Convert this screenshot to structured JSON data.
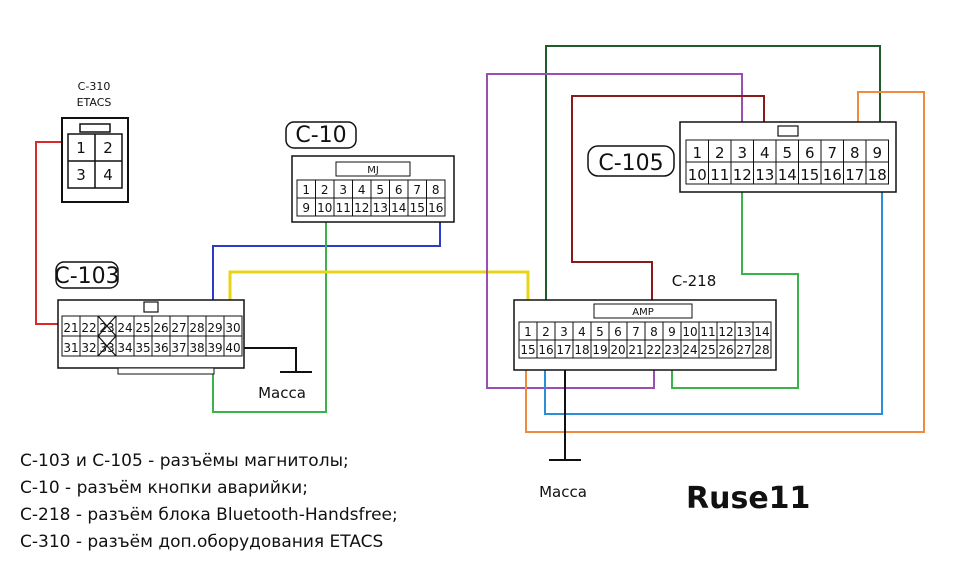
{
  "colors": {
    "red": "#d62b2b",
    "dark_red": "#8b1a1a",
    "blue": "#2a3cc8",
    "green": "#3bb34a",
    "dark_green": "#1f5c2a",
    "yellow": "#e8d417",
    "purple": "#9b4fb0",
    "orange": "#f08a3c",
    "light_blue": "#2a8fd6",
    "black": "#111111"
  },
  "connectors": {
    "c310": {
      "id": "C-310",
      "label": "ETACS",
      "pins": [
        "1",
        "2",
        "3",
        "4"
      ]
    },
    "c10": {
      "id": "C-10",
      "header": "MJ",
      "row1": [
        "1",
        "2",
        "3",
        "4",
        "5",
        "6",
        "7",
        "8"
      ],
      "row2": [
        "9",
        "10",
        "11",
        "12",
        "13",
        "14",
        "15",
        "16"
      ]
    },
    "c103": {
      "id": "C-103",
      "row1": [
        "21",
        "22",
        "23",
        "24",
        "25",
        "26",
        "27",
        "28",
        "29",
        "30"
      ],
      "row2": [
        "31",
        "32",
        "33",
        "34",
        "35",
        "36",
        "37",
        "38",
        "39",
        "40"
      ],
      "crossed": [
        "23",
        "33"
      ]
    },
    "c105": {
      "id": "C-105",
      "row1": [
        "1",
        "2",
        "3",
        "4",
        "5",
        "6",
        "7",
        "8",
        "9"
      ],
      "row2": [
        "10",
        "11",
        "12",
        "13",
        "14",
        "15",
        "16",
        "17",
        "18"
      ]
    },
    "c218": {
      "id": "C-218",
      "header": "AMP",
      "row1": [
        "1",
        "2",
        "3",
        "4",
        "5",
        "6",
        "7",
        "8",
        "9",
        "10",
        "11",
        "12",
        "13",
        "14"
      ],
      "row2": [
        "15",
        "16",
        "17",
        "18",
        "19",
        "20",
        "21",
        "22",
        "23",
        "24",
        "25",
        "26",
        "27",
        "28"
      ]
    }
  },
  "ground_labels": [
    "Масса",
    "Масса"
  ],
  "legend": [
    "C-103 и C-105 - разъёмы магнитолы;",
    "C-10 - разъём кнопки аварийки;",
    "C-218 - разъём блока Bluetooth-Handsfree;",
    "C-310 - разъём доп.оборудования ETACS"
  ],
  "author": "Ruse11"
}
